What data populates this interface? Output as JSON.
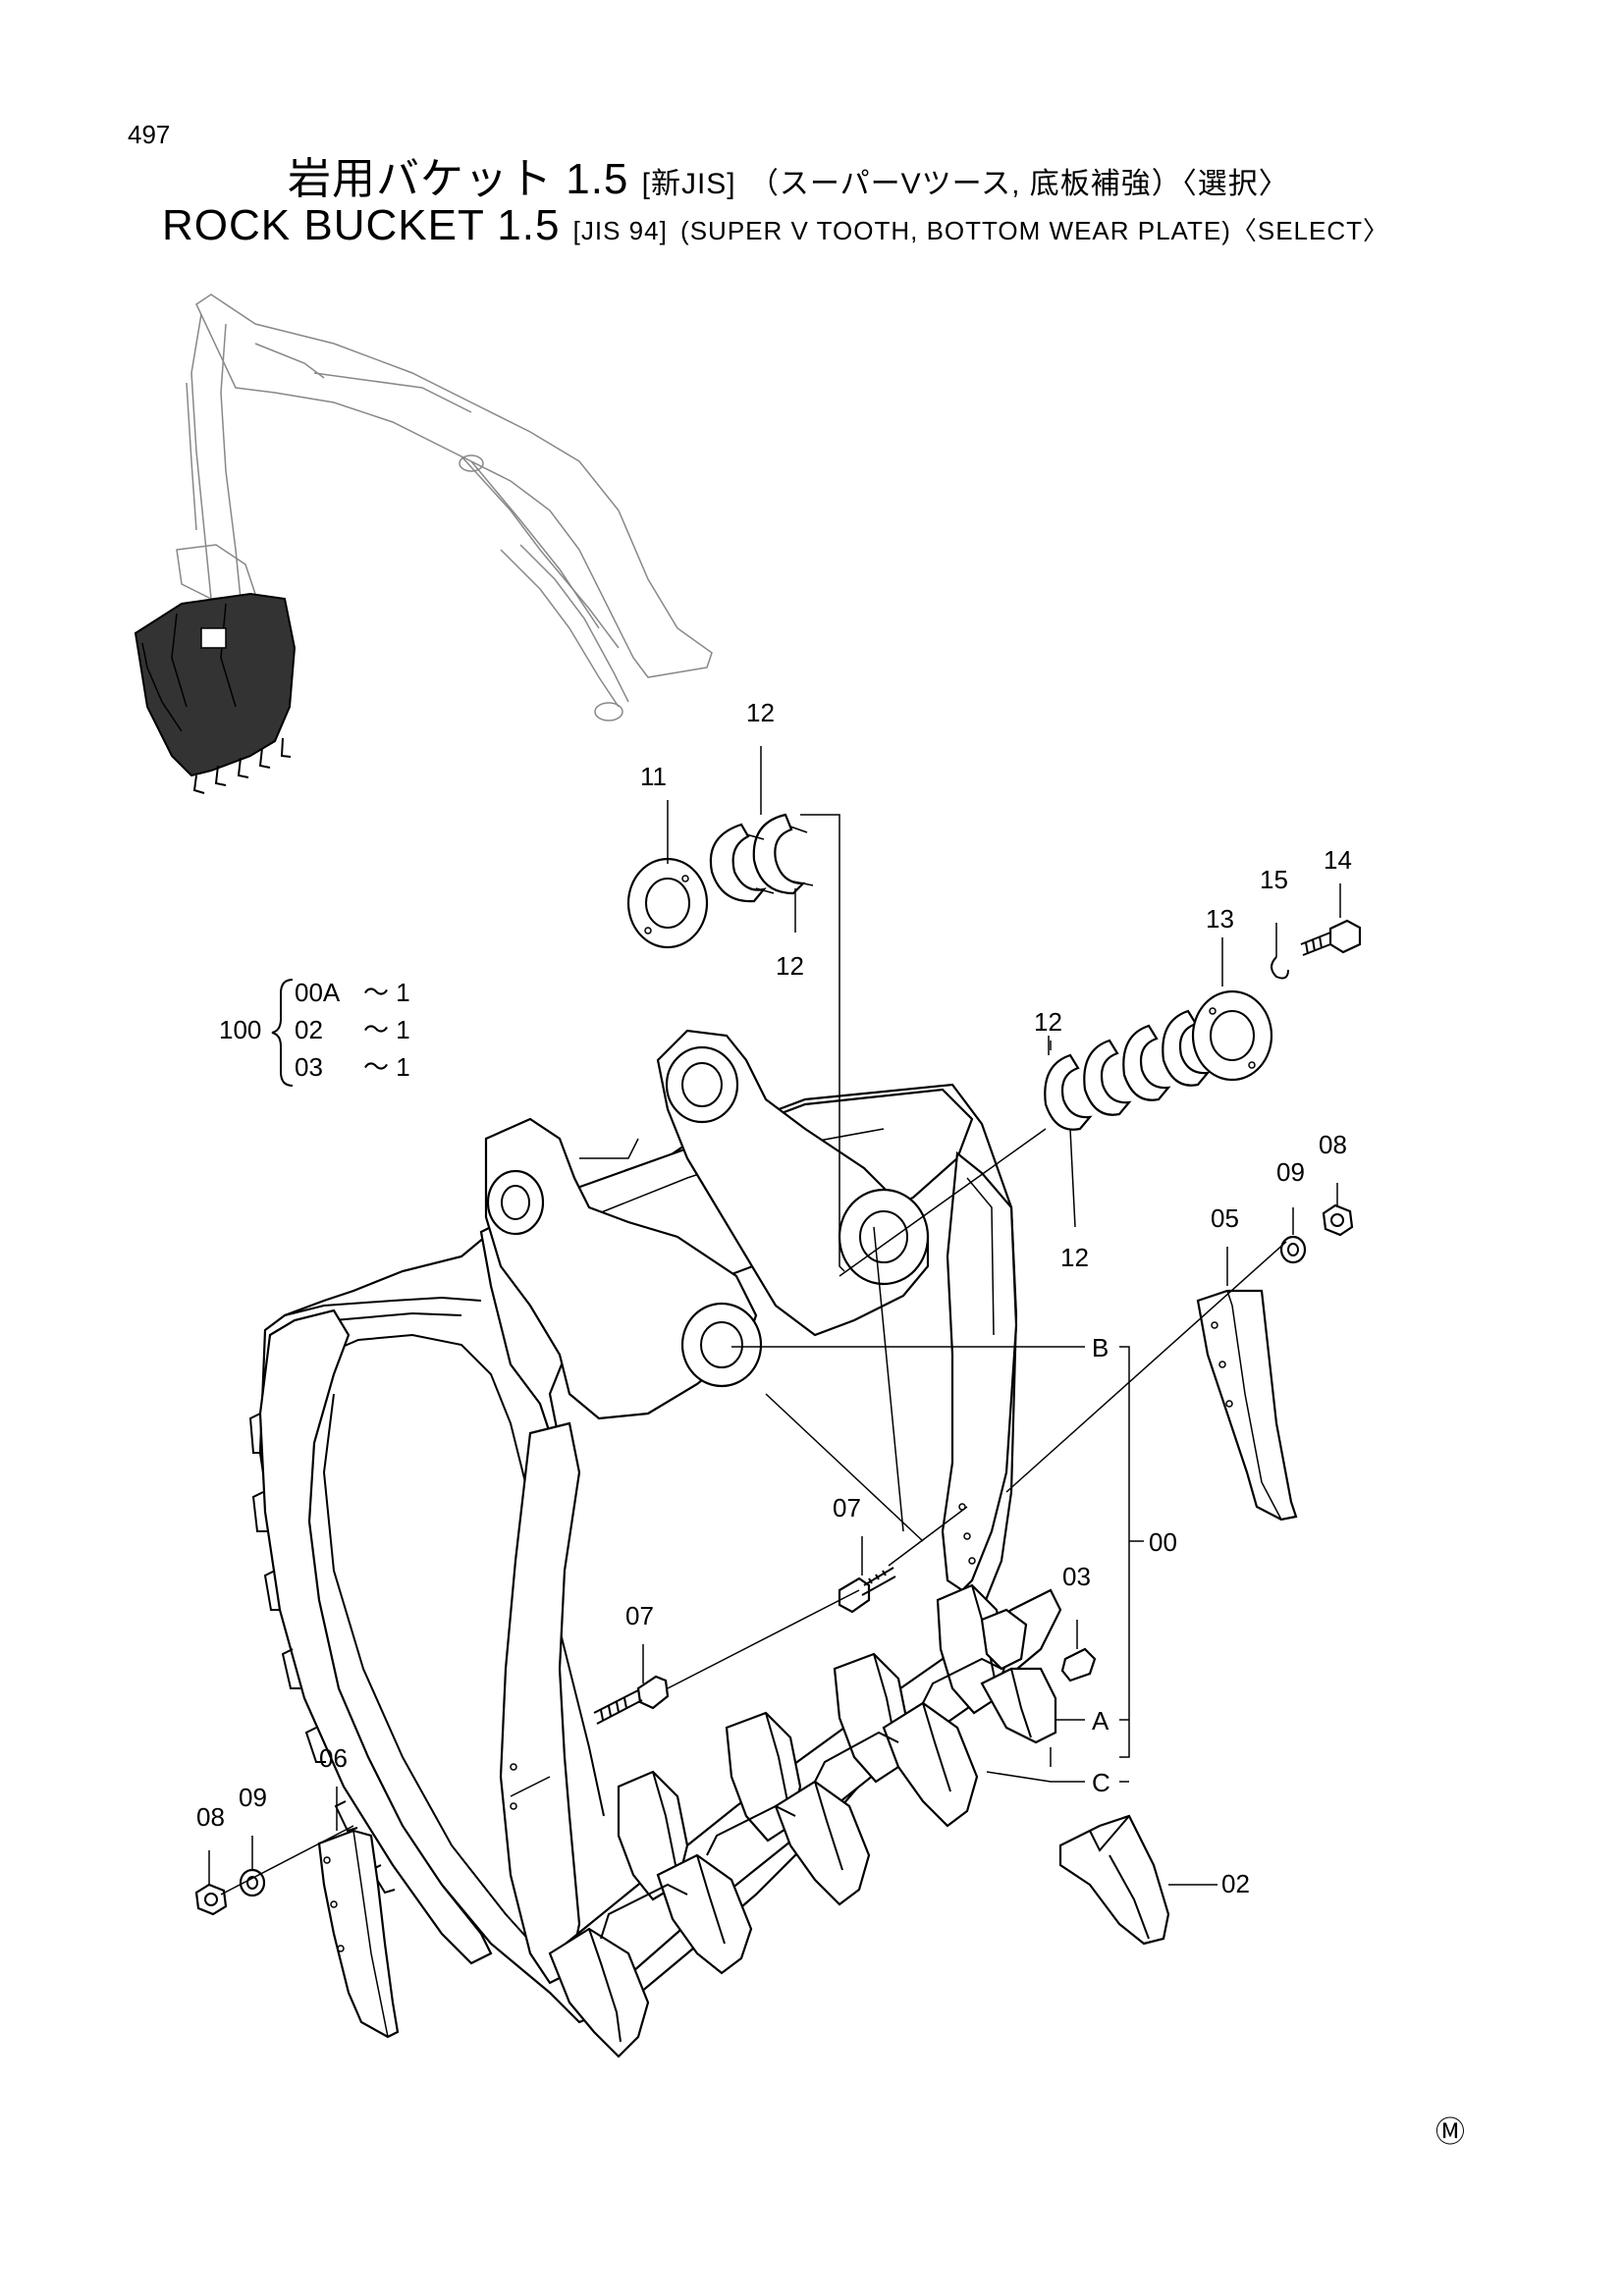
{
  "page": {
    "number": "497",
    "title_jp": {
      "main": "岩用バケット 1.5",
      "std": "[新JIS]",
      "spec": "（スーパーVツース, 底板補強）〈選択〉"
    },
    "title_en": {
      "main": "ROCK  BUCKET 1.5",
      "std": "[JIS 94]",
      "spec": "(SUPER V TOOTH, BOTTOM WEAR PLATE)〈SELECT〉"
    },
    "mark": "Ⓜ"
  },
  "assembly": {
    "id": "100",
    "lines": [
      {
        "part": "00A",
        "qty": "～ 1"
      },
      {
        "part": "02",
        "qty": "～ 1"
      },
      {
        "part": "03",
        "qty": "～ 1"
      }
    ]
  },
  "callouts": {
    "c11": "11",
    "c12a": "12",
    "c12b": "12",
    "c12c": "12",
    "c12d": "12",
    "c13": "13",
    "c14": "14",
    "c15": "15",
    "c08a": "08",
    "c09a": "09",
    "c05": "05",
    "c00": "00",
    "cB": "B",
    "cA": "A",
    "cC": "C",
    "c07a": "07",
    "c07b": "07",
    "c03": "03",
    "c06": "06",
    "c08b": "08",
    "c09b": "09",
    "c02": "02"
  },
  "icons": {
    "excavator": "excavator-icon",
    "bucket": "rock-bucket-icon"
  }
}
